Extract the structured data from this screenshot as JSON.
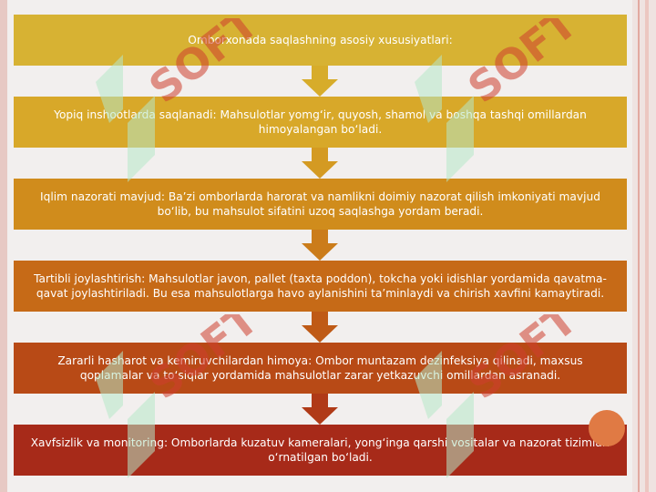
{
  "diagram": {
    "steps": [
      {
        "text": "Omborxonada saqlashning asosiy xususiyatlari:",
        "color": "#d7b233"
      },
      {
        "text": "Yopiq inshootlarda saqlanadi: Mahsulotlar yomg‘ir, quyosh, shamol va boshqa tashqi omillardan himoyalangan bo‘ladi.",
        "color": "#d8a829"
      },
      {
        "text": "Iqlim nazorati mavjud: Ba’zi omborlarda harorat va namlikni doimiy nazorat qilish imkoniyati mavjud bo‘lib, bu mahsulot sifatini uzoq saqlashga yordam beradi.",
        "color": "#d08c1c"
      },
      {
        "text": "Tartibli joylashtirish: Mahsulotlar javon, pallet (taxta poddon), tokcha yoki idishlar yordamida qavatma-qavat joylashtiriladi. Bu esa mahsulotlarga havo aylanishini ta’minlaydi va chirish xavfini kamaytiradi.",
        "color": "#c66a17"
      },
      {
        "text": "Zararli hasharot va kemiruvchilardan himoya: Ombor muntazam dezinfeksiya qilinadi, maxsus qoplamalar va to‘siqlar yordamida mahsulotlar zarar yetkazuvchi omillardan asranadi.",
        "color": "#b84a16"
      },
      {
        "text": "Xavfsizlik va monitoring: Omborlarda kuzatuv kameralari, yong‘inga qarshi vositalar va nazorat tizimlari o‘rnatilgan bo‘ladi.",
        "color": "#a72a19"
      }
    ],
    "arrow_colors": [
      "#d7ac2a",
      "#d49a22",
      "#cb7c1a",
      "#bf5a16",
      "#b03a17"
    ],
    "watermark_text": "SOFT"
  },
  "theme": {
    "background": "#f2efee",
    "watermark_green": "#b7e8c8",
    "watermark_red": "#cf3f2f",
    "accent_circle": "#e07a44"
  }
}
